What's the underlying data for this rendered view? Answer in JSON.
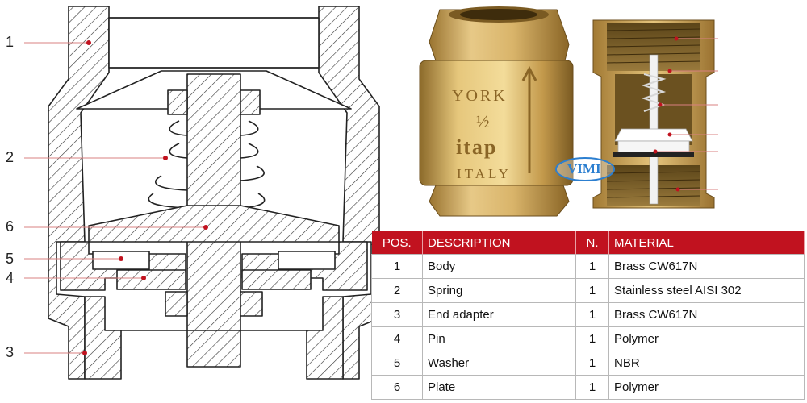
{
  "callouts": [
    "1",
    "2",
    "6",
    "5",
    "4",
    "3"
  ],
  "photo_marks": {
    "brand": "YORK",
    "size": "½",
    "logo": "itap",
    "origin": "ITALY",
    "watermark": "VIMI"
  },
  "table": {
    "headers": [
      "POS.",
      "DESCRIPTION",
      "N.",
      "MATERIAL"
    ],
    "rows": [
      [
        "1",
        "Body",
        "1",
        "Brass CW617N"
      ],
      [
        "2",
        "Spring",
        "1",
        "Stainless steel AISI 302"
      ],
      [
        "3",
        "End adapter",
        "1",
        "Brass CW617N"
      ],
      [
        "4",
        "Pin",
        "1",
        "Polymer"
      ],
      [
        "5",
        "Washer",
        "1",
        "NBR"
      ],
      [
        "6",
        "Plate",
        "1",
        "Polymer"
      ]
    ]
  },
  "colors": {
    "header_red": "#c1121f",
    "leader_red": "#d98080",
    "brass": "#c9a24a",
    "hatch": "#333333"
  }
}
